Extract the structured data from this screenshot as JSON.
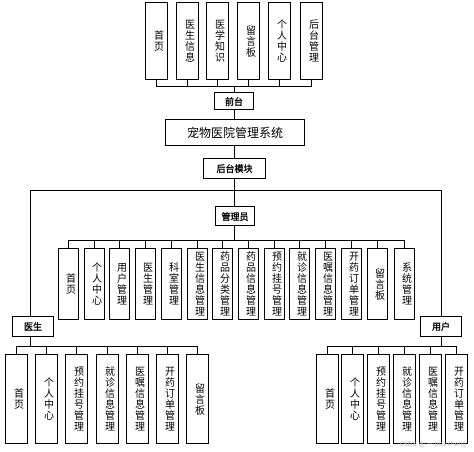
{
  "front_modules": [
    "首页",
    "医生信息",
    "医学知识",
    "留言板",
    "个人中心",
    "后台管理"
  ],
  "front_label": "前台",
  "system_name": "宠物医院管理系统",
  "backend_label": "后台模块",
  "admin_label": "管理员",
  "admin_modules": [
    "首页",
    "个人中心",
    "用户管理",
    "医生管理",
    "科室管理",
    "医生信息管理",
    "药品分类管理",
    "药品信息管理",
    "预约挂号管理",
    "就诊信息管理",
    "医嘱信息管理",
    "开药订单管理",
    "留言板",
    "系统管理"
  ],
  "doctor_label": "医生",
  "doctor_modules": [
    "首页",
    "个人中心",
    "预约挂号管理",
    "就诊信息管理",
    "医嘱信息管理",
    "开药订单管理",
    "留言板"
  ],
  "user_label": "用户",
  "user_modules": [
    "首页",
    "个人中心",
    "预约挂号管理",
    "就诊信息管理",
    "医嘱信息管理",
    "开药订单管理"
  ],
  "watermark": "CSDN @ 一 biancheng"
}
